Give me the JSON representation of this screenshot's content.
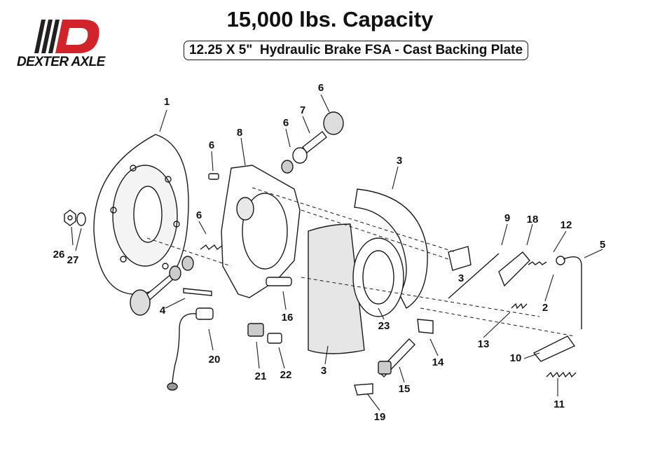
{
  "header": {
    "title": "15,000 lbs. Capacity",
    "subtitle": "12.25 X 5\"  Hydraulic Brake FSA - Cast Backing Plate"
  },
  "logo": {
    "text": "DEXTER AXLE",
    "colors": {
      "red": "#d2232a",
      "dark": "#231f20"
    }
  },
  "parts": [
    {
      "id": "p1",
      "label": "1"
    },
    {
      "id": "p2",
      "label": "2"
    },
    {
      "id": "p3a",
      "label": "3"
    },
    {
      "id": "p3b",
      "label": "3"
    },
    {
      "id": "p3c",
      "label": "3"
    },
    {
      "id": "p4",
      "label": "4"
    },
    {
      "id": "p5",
      "label": "5"
    },
    {
      "id": "p6a",
      "label": "6"
    },
    {
      "id": "p6b",
      "label": "6"
    },
    {
      "id": "p6c",
      "label": "6"
    },
    {
      "id": "p6d",
      "label": "6"
    },
    {
      "id": "p7",
      "label": "7"
    },
    {
      "id": "p8",
      "label": "8"
    },
    {
      "id": "p9",
      "label": "9"
    },
    {
      "id": "p10",
      "label": "10"
    },
    {
      "id": "p11",
      "label": "11"
    },
    {
      "id": "p12",
      "label": "12"
    },
    {
      "id": "p13",
      "label": "13"
    },
    {
      "id": "p14",
      "label": "14"
    },
    {
      "id": "p15",
      "label": "15"
    },
    {
      "id": "p16",
      "label": "16"
    },
    {
      "id": "p18",
      "label": "18"
    },
    {
      "id": "p19",
      "label": "19"
    },
    {
      "id": "p20",
      "label": "20"
    },
    {
      "id": "p21",
      "label": "21"
    },
    {
      "id": "p22",
      "label": "22"
    },
    {
      "id": "p23",
      "label": "23"
    },
    {
      "id": "p26",
      "label": "26"
    },
    {
      "id": "p27",
      "label": "27"
    }
  ]
}
